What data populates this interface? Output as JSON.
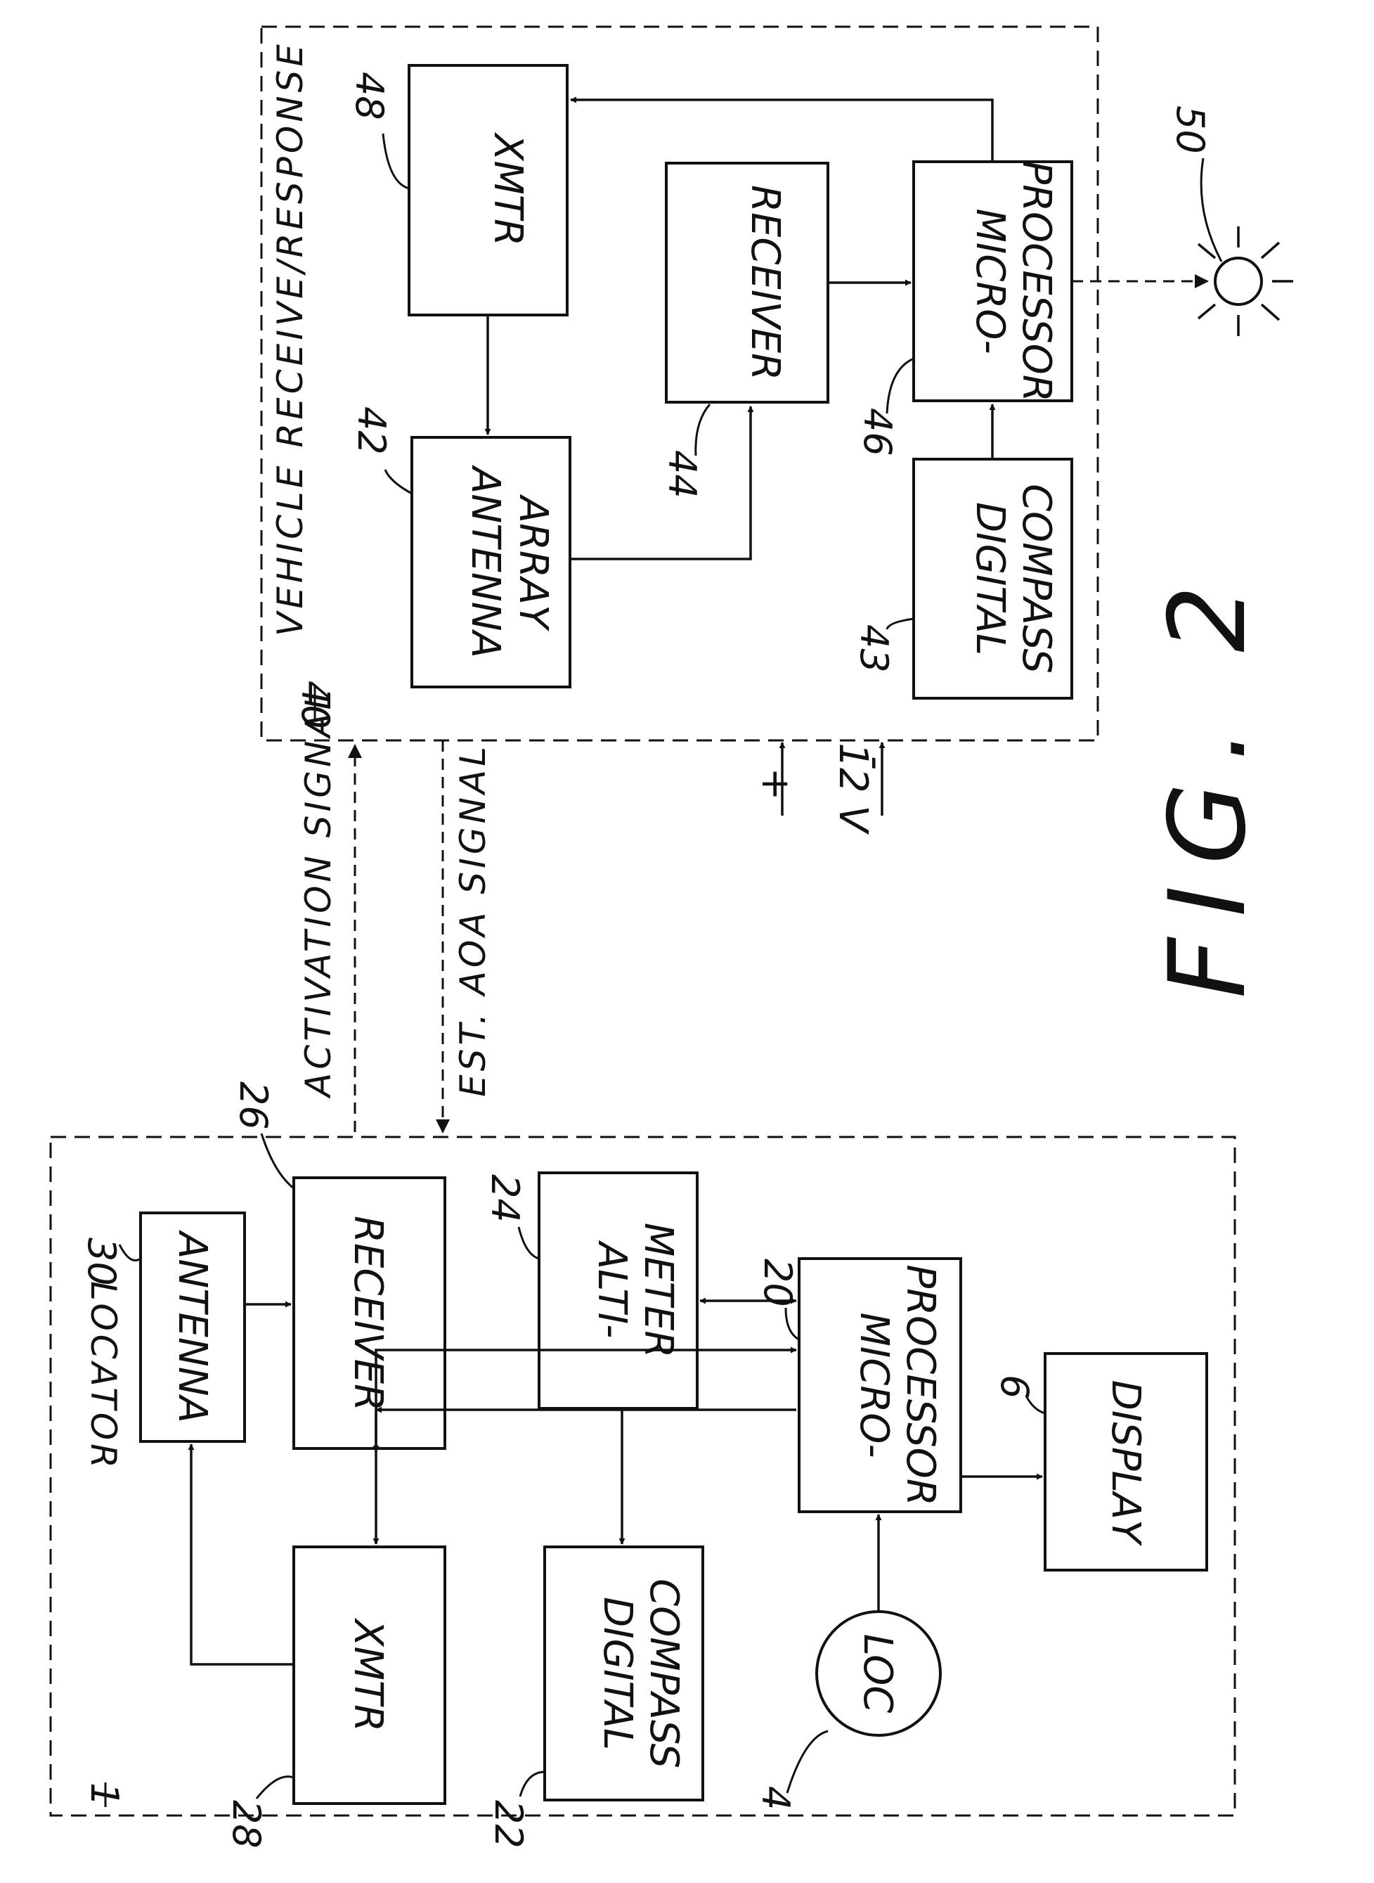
{
  "figure_label": "FIG. 2",
  "vehicle_unit": {
    "ref": "40",
    "title": "VEHICLE RECEIVE/RESPONSE",
    "blocks": {
      "xmtr": {
        "ref": "48",
        "label": "XMTR"
      },
      "antenna_array": {
        "ref": "42",
        "line1": "ANTENNA",
        "line2": "ARRAY"
      },
      "receiver": {
        "ref": "44",
        "label": "RECEIVER"
      },
      "digital_compass": {
        "ref": "43",
        "line1": "DIGITAL",
        "line2": "COMPASS"
      },
      "microprocessor": {
        "ref": "46",
        "line1": "MICRO-",
        "line2": "PROCESSOR"
      }
    },
    "light_ref": "50",
    "power": {
      "voltage": "12 V",
      "plus": "+",
      "minus": "-"
    }
  },
  "signals": {
    "activation": "ACTIVATION SIGNAL",
    "aoa": "EST. AOA SIGNAL"
  },
  "locator_unit": {
    "ref": "1",
    "title": "LOCATOR",
    "blocks": {
      "antenna": {
        "ref": "30",
        "label": "ANTENNA"
      },
      "receiver": {
        "ref": "26",
        "label": "RECEIVER"
      },
      "altimeter": {
        "ref": "24",
        "line1": "ALTI-",
        "line2": "METER"
      },
      "xmtr": {
        "ref": "28",
        "label": "XMTR"
      },
      "digital_compass": {
        "ref": "22",
        "line1": "DIGITAL",
        "line2": "COMPASS"
      },
      "microprocessor": {
        "ref": "20",
        "line1": "MICRO-",
        "line2": "PROCESSOR"
      },
      "display": {
        "ref": "6",
        "label": "DISPLAY"
      },
      "loc": {
        "ref": "4",
        "label": "LOC"
      }
    }
  }
}
